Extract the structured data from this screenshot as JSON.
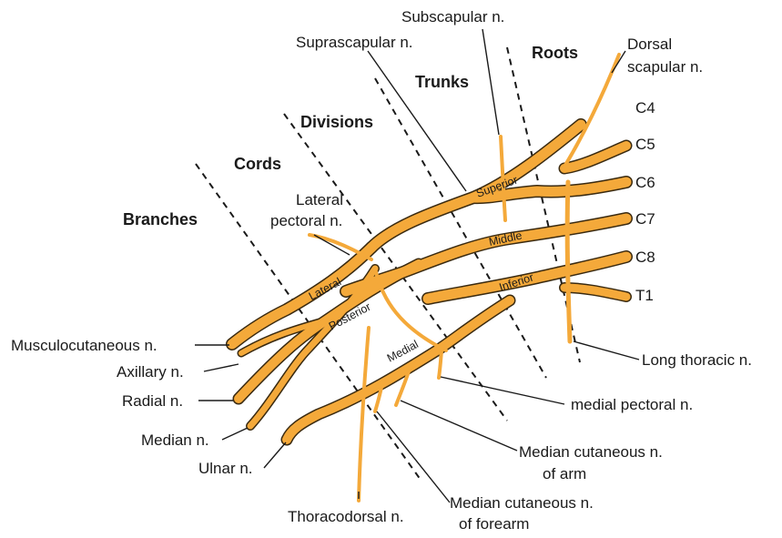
{
  "zone_headers": {
    "roots": "Roots",
    "trunks": "Trunks",
    "divisions": "Divisions",
    "cords": "Cords",
    "branches": "Branches"
  },
  "roots": [
    "C4",
    "C5",
    "C6",
    "C7",
    "C8",
    "T1"
  ],
  "trunks": {
    "superior": "Superior",
    "middle": "Middle",
    "inferior": "Inferior"
  },
  "cords": {
    "lateral": "Lateral",
    "posterior": "Posterior",
    "medial": "Medial"
  },
  "labels": {
    "subscapular": "Subscapular n.",
    "suprascapular": "Suprascapular n.",
    "dorsal_scapular_1": "Dorsal",
    "dorsal_scapular_2": "scapular n.",
    "lateral_pectoral_1": "Lateral",
    "lateral_pectoral_2": "pectoral n.",
    "musculocutaneous": "Musculocutaneous n.",
    "axillary": "Axillary n.",
    "radial": "Radial n.",
    "median": "Median n.",
    "ulnar": "Ulnar n.",
    "thoracodorsal": "Thoracodorsal n.",
    "median_cut_forearm_1": "Median cutaneous n.",
    "median_cut_forearm_2": "of forearm",
    "median_cut_arm_1": "Median cutaneous n.",
    "median_cut_arm_2": "of arm",
    "medial_pectoral": "medial pectoral n.",
    "long_thoracic": "Long thoracic n."
  },
  "colors": {
    "nerve": "#f4a93a",
    "nerve_outline": "#3a2a10",
    "text": "#1a1a1a",
    "background": "#ffffff"
  }
}
